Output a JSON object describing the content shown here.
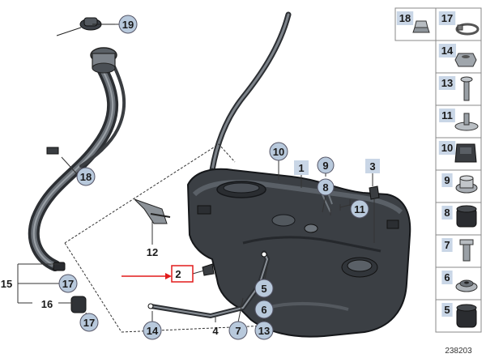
{
  "diagram": {
    "id_text": "238203",
    "highlight_color": "#e21b1b",
    "circle_fill": "#b8c9dc",
    "square_fill": "#c9d6e6",
    "callouts_circle": [
      "19",
      "18",
      "10",
      "9",
      "8",
      "11",
      "12",
      "15",
      "17",
      "16",
      "17",
      "14",
      "4",
      "7",
      "13",
      "5",
      "6"
    ],
    "callouts_square": [
      "1",
      "3"
    ],
    "callout_highlight": "2",
    "right_panel": [
      "18",
      "17",
      "14",
      "13",
      "11",
      "10",
      "9",
      "8",
      "7",
      "6",
      "5"
    ]
  }
}
